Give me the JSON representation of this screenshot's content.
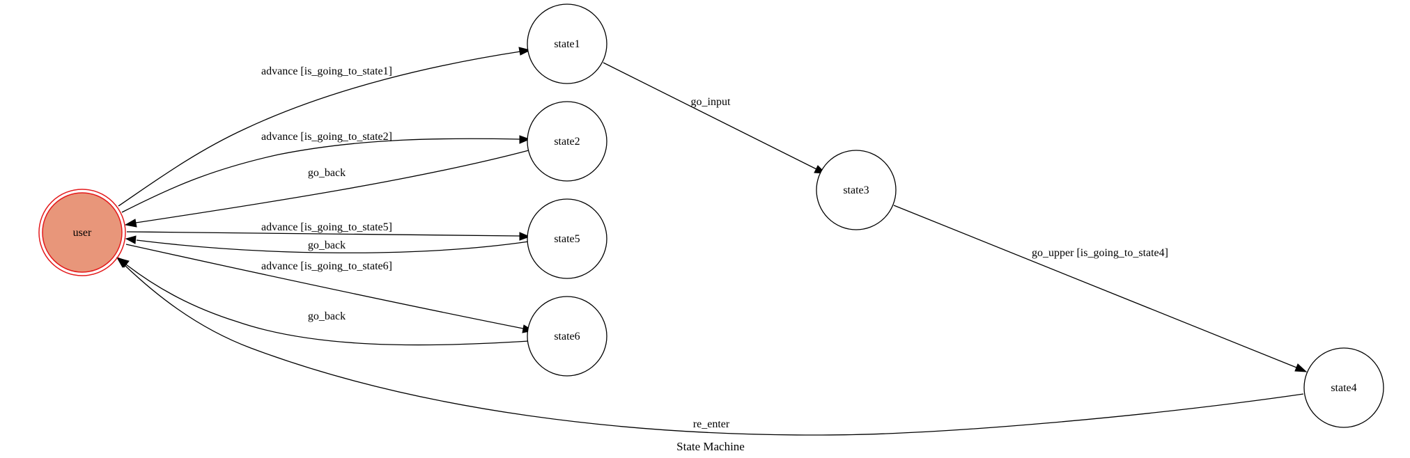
{
  "diagram": {
    "caption": "State Machine",
    "colors": {
      "initial_fill": "#E8967A",
      "initial_stroke": "#E31A1C",
      "line": "#000000",
      "background": "#FFFFFF"
    },
    "nodes": {
      "user": {
        "label": "user",
        "initial": true
      },
      "state1": {
        "label": "state1"
      },
      "state2": {
        "label": "state2"
      },
      "state3": {
        "label": "state3"
      },
      "state4": {
        "label": "state4"
      },
      "state5": {
        "label": "state5"
      },
      "state6": {
        "label": "state6"
      }
    },
    "edges": {
      "user_state1": {
        "from": "user",
        "to": "state1",
        "label": "advance [is_going_to_state1]"
      },
      "user_state2": {
        "from": "user",
        "to": "state2",
        "label": "advance [is_going_to_state2]"
      },
      "state2_user": {
        "from": "state2",
        "to": "user",
        "label": "go_back"
      },
      "user_state5": {
        "from": "user",
        "to": "state5",
        "label": "advance [is_going_to_state5]"
      },
      "state5_user": {
        "from": "state5",
        "to": "user",
        "label": "go_back"
      },
      "user_state6": {
        "from": "user",
        "to": "state6",
        "label": "advance [is_going_to_state6]"
      },
      "state6_user": {
        "from": "state6",
        "to": "user",
        "label": "go_back"
      },
      "state1_state3": {
        "from": "state1",
        "to": "state3",
        "label": "go_input"
      },
      "state3_state4": {
        "from": "state3",
        "to": "state4",
        "label": "go_upper [is_going_to_state4]"
      },
      "state4_user": {
        "from": "state4",
        "to": "user",
        "label": "re_enter"
      }
    }
  }
}
